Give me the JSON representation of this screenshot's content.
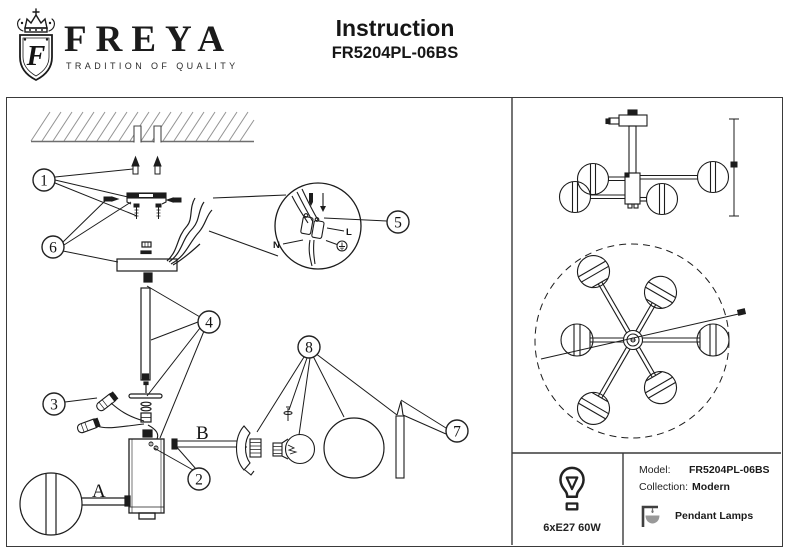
{
  "header": {
    "brand": "FREYA",
    "tagline": "TRADITION OF QUALITY",
    "monogram": "F",
    "title": "Instruction",
    "model": "FR5204PL-06BS"
  },
  "diagram": {
    "callouts": [
      "1",
      "2",
      "3",
      "4",
      "5",
      "6",
      "7",
      "8"
    ],
    "labels": {
      "arm_a": "A",
      "arm_b": "B",
      "neutral": "N",
      "live": "L"
    }
  },
  "info": {
    "bulb_spec": "6xE27 60W",
    "model_label": "Model:",
    "model_value": "FR5204PL-06BS",
    "collection_label": "Collection:",
    "collection_value": "Modern",
    "category": "Pendant Lamps"
  },
  "colors": {
    "ink": "#1c1c1c",
    "hatch": "#949494",
    "shade_gray": "#999999"
  }
}
